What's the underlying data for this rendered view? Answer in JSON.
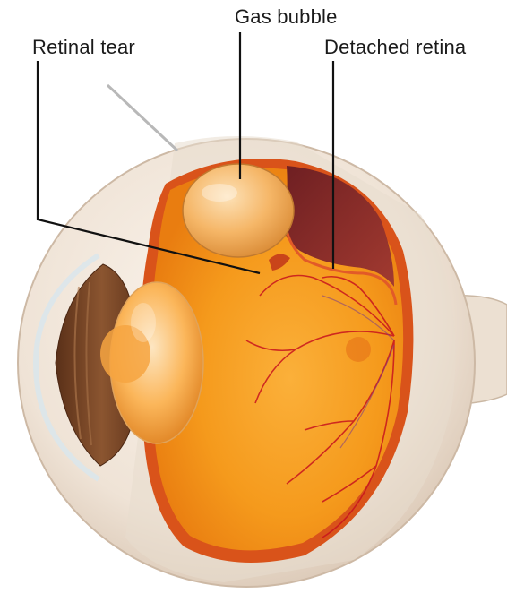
{
  "labels": {
    "retinal_tear": "Retinal tear",
    "gas_bubble": "Gas bubble",
    "detached_retina": "Detached retina"
  },
  "colors": {
    "sclera": "#efe3d6",
    "vitreous": "#f59a1c",
    "choroid": "#d9531a",
    "detached_retina_pocket": "#8b2a2a",
    "vessels": "#c8141e",
    "lens": "#fbb65a",
    "iris": "#7a4a2a",
    "leader_lines": "#111111"
  },
  "icons": [
    "eyeball-cross-section",
    "gas-bubble",
    "lens",
    "iris",
    "optic-nerve",
    "blood-vessels"
  ]
}
